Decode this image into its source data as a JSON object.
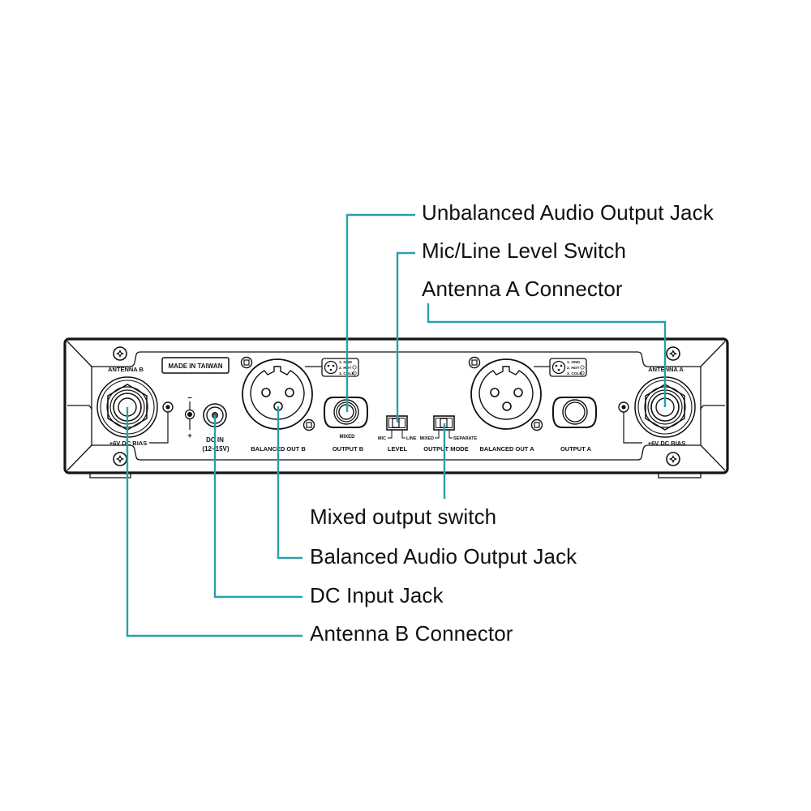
{
  "diagram": {
    "title": "Wireless receiver rear panel connections",
    "accent_color": "#2aa0ab",
    "outline_color": "#111111",
    "background_color": "#ffffff"
  },
  "panel": {
    "antenna_b_label": "ANTENNA B",
    "antenna_b_bias_label": "+6V DC BIAS",
    "made_in_label": "MADE IN TAIWAN",
    "polarity_minus": "–",
    "polarity_plus": "+",
    "dc_in_label": "DC IN",
    "dc_in_voltage": "(12~15V)",
    "balanced_out_b_label": "BALANCED OUT B",
    "output_b_sub_label": "MIXED",
    "output_b_label": "OUTPUT B",
    "level_switch_left": "MIC",
    "level_switch_right": "LINE",
    "level_label": "LEVEL",
    "mode_switch_left": "MIXED",
    "mode_switch_right": "SEPARATE",
    "output_mode_label": "OUTPUT MODE",
    "balanced_out_a_label": "BALANCED OUT A",
    "output_a_label": "OUTPUT A",
    "antenna_a_label": "ANTENNA A",
    "antenna_a_bias_label": "+6V DC BIAS",
    "pinout_b": [
      "1. GND",
      "2. HOT",
      "3. COLD"
    ],
    "pinout_a": [
      "1. GND",
      "2. HOT",
      "3. COLD"
    ]
  },
  "callouts": [
    {
      "id": "unbalanced-output",
      "label": "Unbalanced Audio Output Jack"
    },
    {
      "id": "level-switch",
      "label": "Mic/Line Level Switch"
    },
    {
      "id": "antenna-a",
      "label": "Antenna A Connector"
    },
    {
      "id": "mixed-switch",
      "label": "Mixed output switch"
    },
    {
      "id": "balanced-output",
      "label": "Balanced Audio Output Jack"
    },
    {
      "id": "dc-input",
      "label": "DC Input Jack"
    },
    {
      "id": "antenna-b",
      "label": "Antenna B Connector"
    }
  ]
}
